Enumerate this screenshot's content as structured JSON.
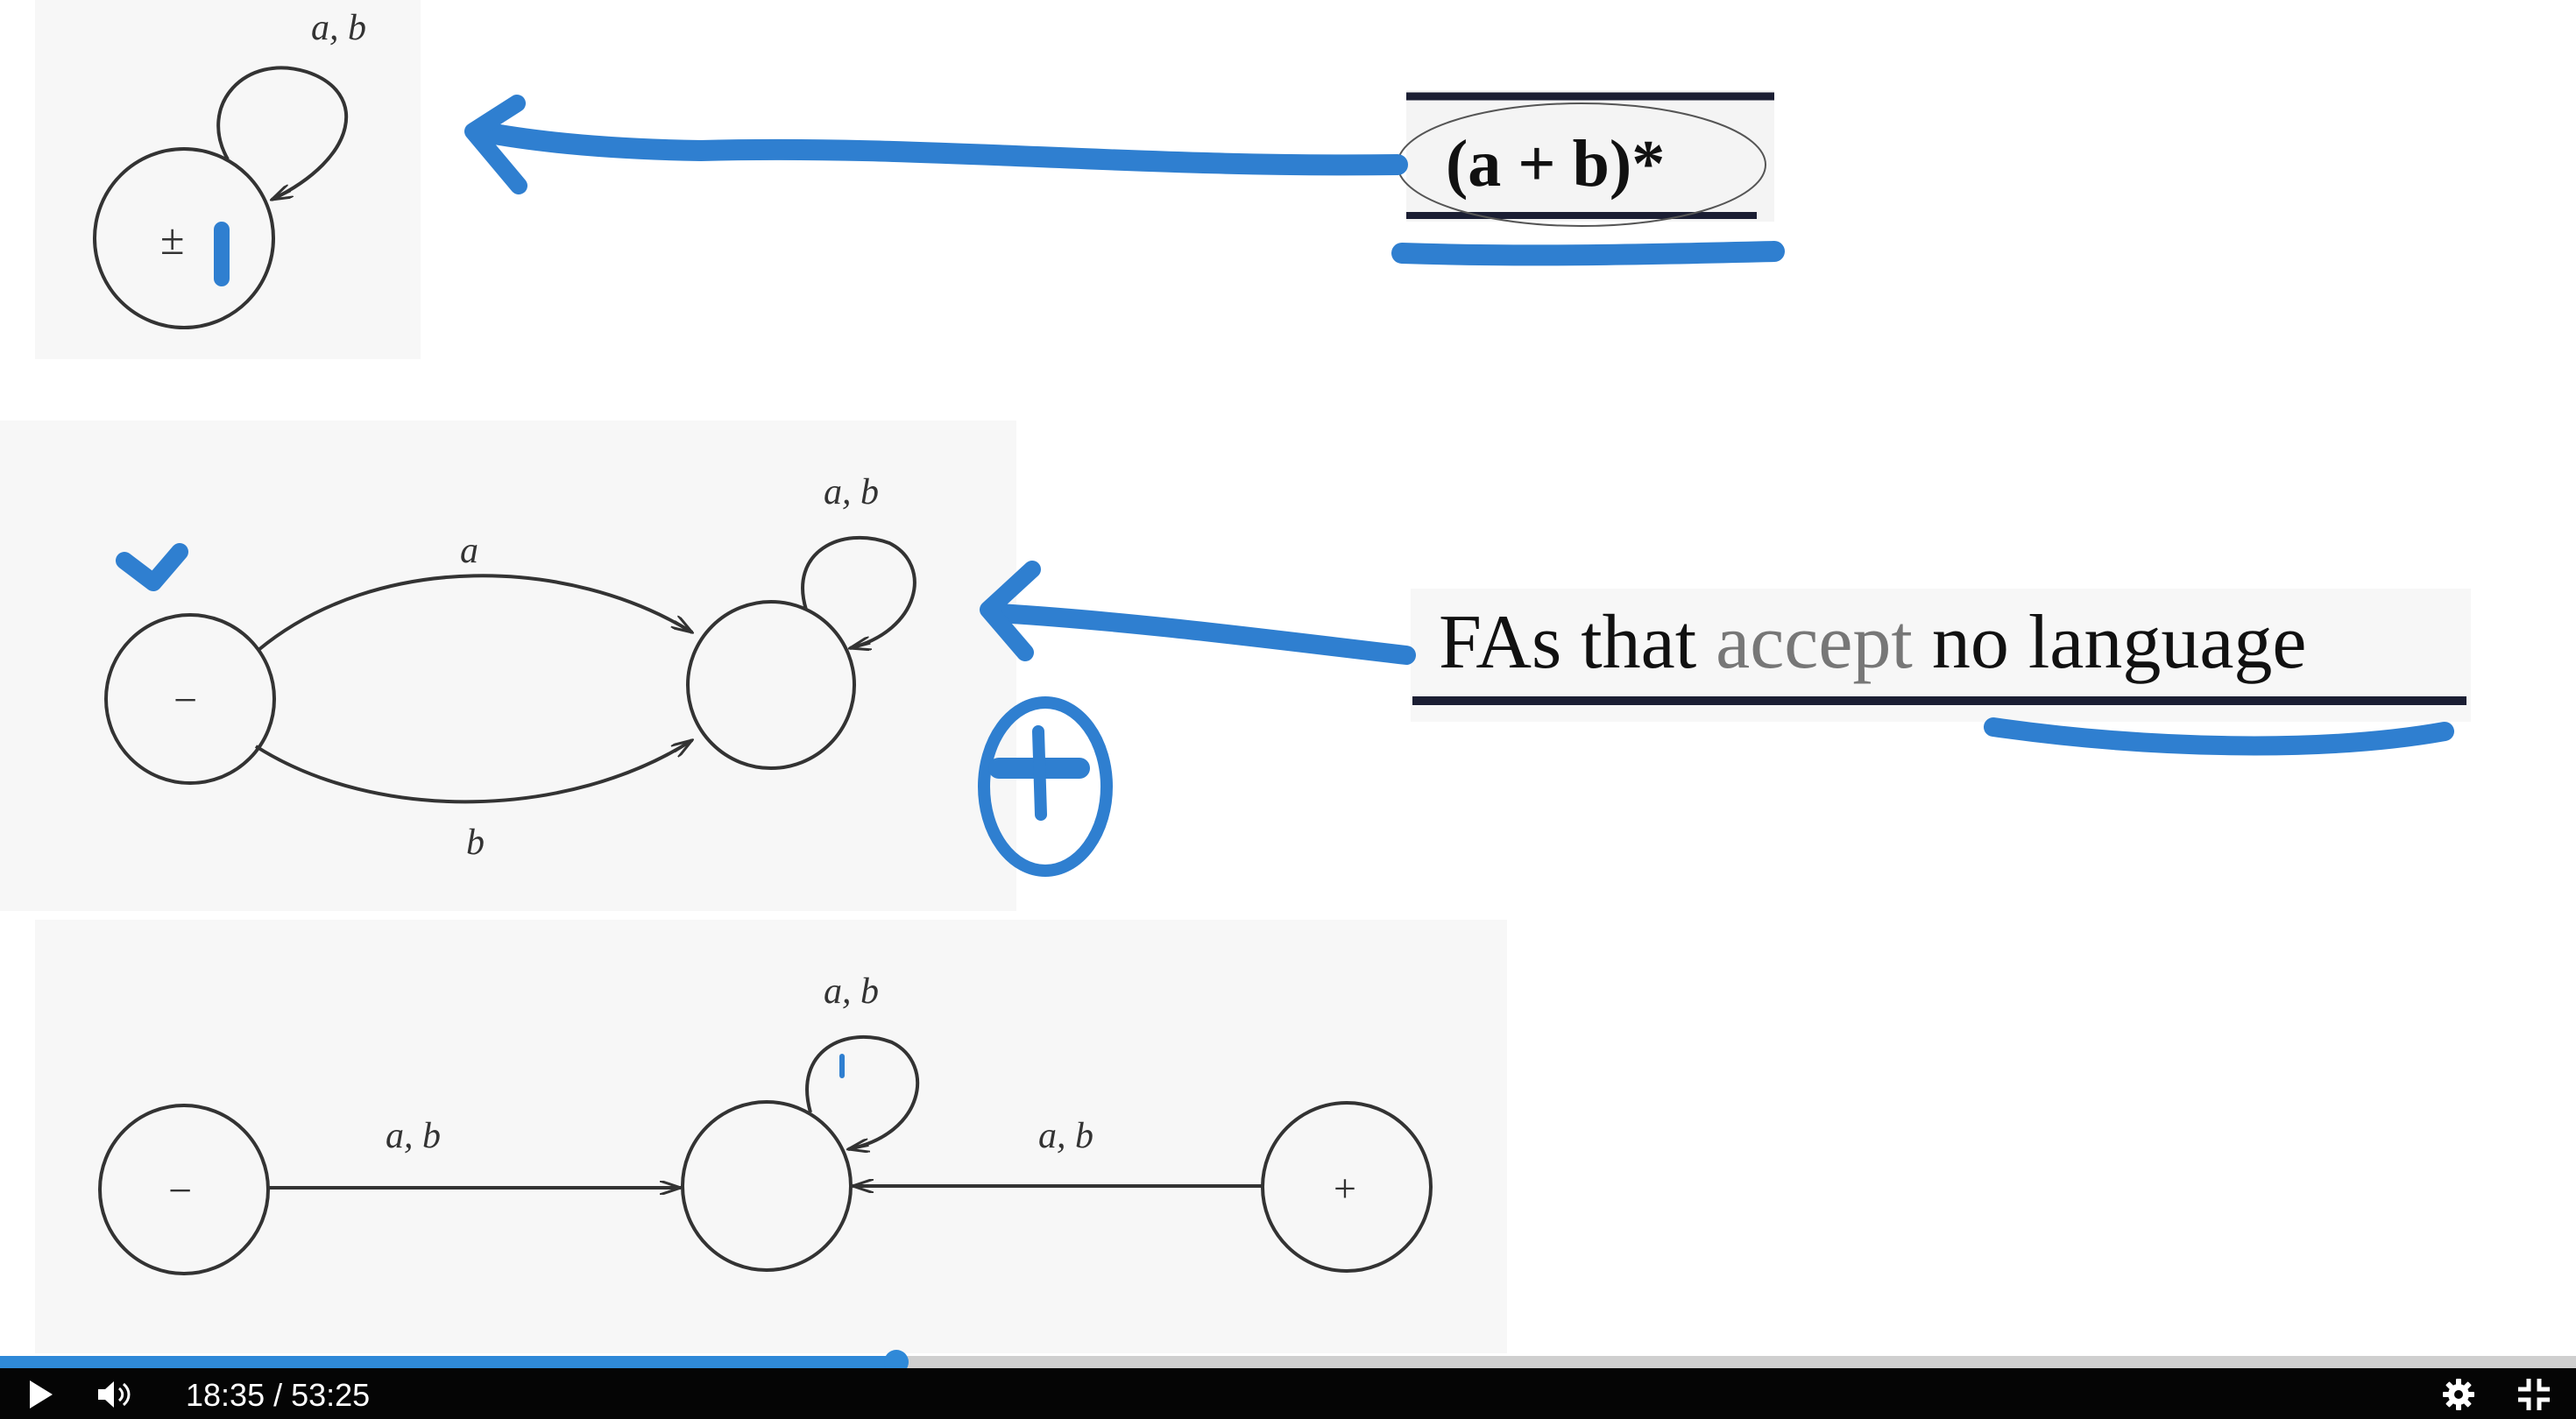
{
  "slide": {
    "top_loop_label": "a, b",
    "top_state_label": "±",
    "regex_text": "(a + b)*",
    "mid_loop_label": "a, b",
    "mid_start_label": "−",
    "mid_upper_edge_label": "a",
    "mid_lower_edge_label": "b",
    "heading_fa": "FAs that ",
    "heading_accept": "accept",
    "heading_no": " no ",
    "heading_language": "language",
    "bottom_loop_label": "a, b",
    "bottom_start_label": "−",
    "bottom_left_edge_label": "a, b",
    "bottom_right_edge_label": "a, b",
    "bottom_final_label": "+"
  },
  "annotations": {
    "ink_color": "#2f7fd0"
  },
  "player": {
    "current_time": "18:35",
    "separator": " / ",
    "duration": "53:25",
    "progress_fraction": 0.3478,
    "accent_color": "#2f89d8",
    "icons": [
      "play-icon",
      "volume-icon",
      "settings-gear-icon",
      "exit-fullscreen-icon"
    ]
  }
}
